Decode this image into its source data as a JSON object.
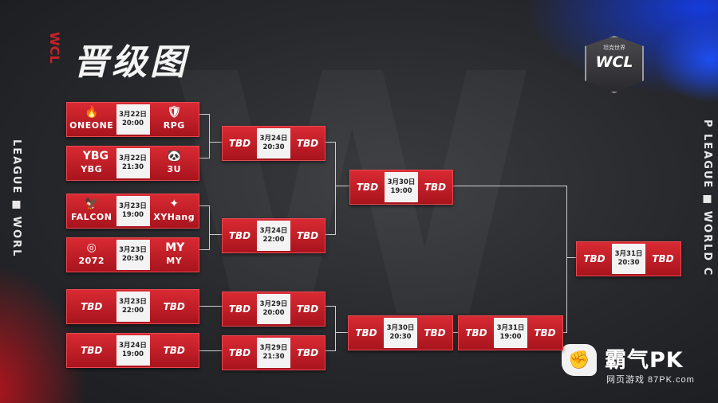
{
  "header": {
    "title": "晋级图",
    "side_mark": "WCL",
    "left_vertical": "LEAGUE ■ WORL",
    "right_vertical": "P LEAGUE ■ WORLD C"
  },
  "logo": {
    "sub": "坦克世界",
    "text": "WCL"
  },
  "brand": {
    "name": "霸气PK",
    "url": "网页游戏 87PK.com"
  },
  "matches": [
    {
      "id": "r1m1",
      "a": "ONEONE",
      "a_logo": "🔥",
      "b": "RPG",
      "b_logo": "🛡",
      "date": "3月22日",
      "time": "20:00"
    },
    {
      "id": "r1m2",
      "a": "YBG",
      "a_logo": "YBG",
      "b": "3U",
      "b_logo": "🐼",
      "date": "3月22日",
      "time": "21:30"
    },
    {
      "id": "r1m3",
      "a": "FALCON",
      "a_logo": "🦅",
      "b": "XYHang",
      "b_logo": "✦",
      "date": "3月23日",
      "time": "19:00"
    },
    {
      "id": "r1m4",
      "a": "2072",
      "a_logo": "◎",
      "b": "MY",
      "b_logo": "MY",
      "date": "3月23日",
      "time": "20:30"
    },
    {
      "id": "l1m1",
      "a": "TBD",
      "b": "TBD",
      "date": "3月23日",
      "time": "22:00"
    },
    {
      "id": "l1m2",
      "a": "TBD",
      "b": "TBD",
      "date": "3月24日",
      "time": "19:00"
    },
    {
      "id": "r2m1",
      "a": "TBD",
      "b": "TBD",
      "date": "3月24日",
      "time": "20:30"
    },
    {
      "id": "r2m2",
      "a": "TBD",
      "b": "TBD",
      "date": "3月24日",
      "time": "22:00"
    },
    {
      "id": "l2m1",
      "a": "TBD",
      "b": "TBD",
      "date": "3月29日",
      "time": "20:00"
    },
    {
      "id": "l2m2",
      "a": "TBD",
      "b": "TBD",
      "date": "3月29日",
      "time": "21:30"
    },
    {
      "id": "sf1",
      "a": "TBD",
      "b": "TBD",
      "date": "3月30日",
      "time": "19:00"
    },
    {
      "id": "l3",
      "a": "TBD",
      "b": "TBD",
      "date": "3月30日",
      "time": "20:30"
    },
    {
      "id": "l4",
      "a": "TBD",
      "b": "TBD",
      "date": "3月31日",
      "time": "19:00"
    },
    {
      "id": "final",
      "a": "TBD",
      "b": "TBD",
      "date": "3月31日",
      "time": "20:30"
    }
  ]
}
